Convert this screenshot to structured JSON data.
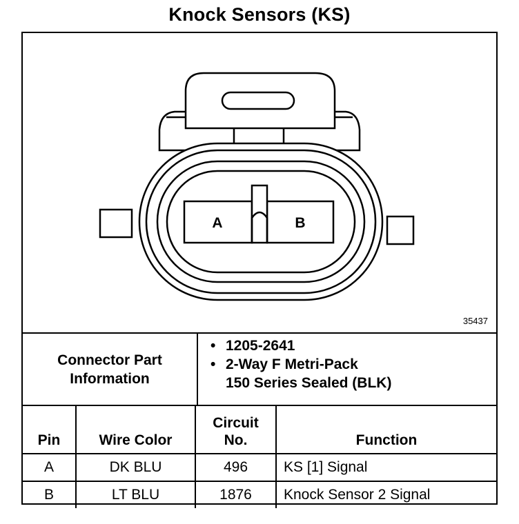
{
  "title": "Knock Sensors (KS)",
  "figure_number": "35437",
  "connector": {
    "pin_labels": [
      "A",
      "B"
    ]
  },
  "connector_info": {
    "label": "Connector Part\nInformation",
    "items": [
      "1205-2641",
      "2-Way F Metri-Pack\n150 Series Sealed (BLK)"
    ]
  },
  "table": {
    "headers": {
      "pin": "Pin",
      "wire_color": "Wire Color",
      "circuit_no": "Circuit\nNo.",
      "function": "Function"
    },
    "rows": [
      {
        "pin": "A",
        "wire_color": "DK BLU",
        "circuit": "496",
        "function": "KS [1] Signal"
      },
      {
        "pin": "B",
        "wire_color": "LT BLU",
        "circuit": "1876",
        "function": "Knock Sensor 2 Signal"
      }
    ]
  }
}
